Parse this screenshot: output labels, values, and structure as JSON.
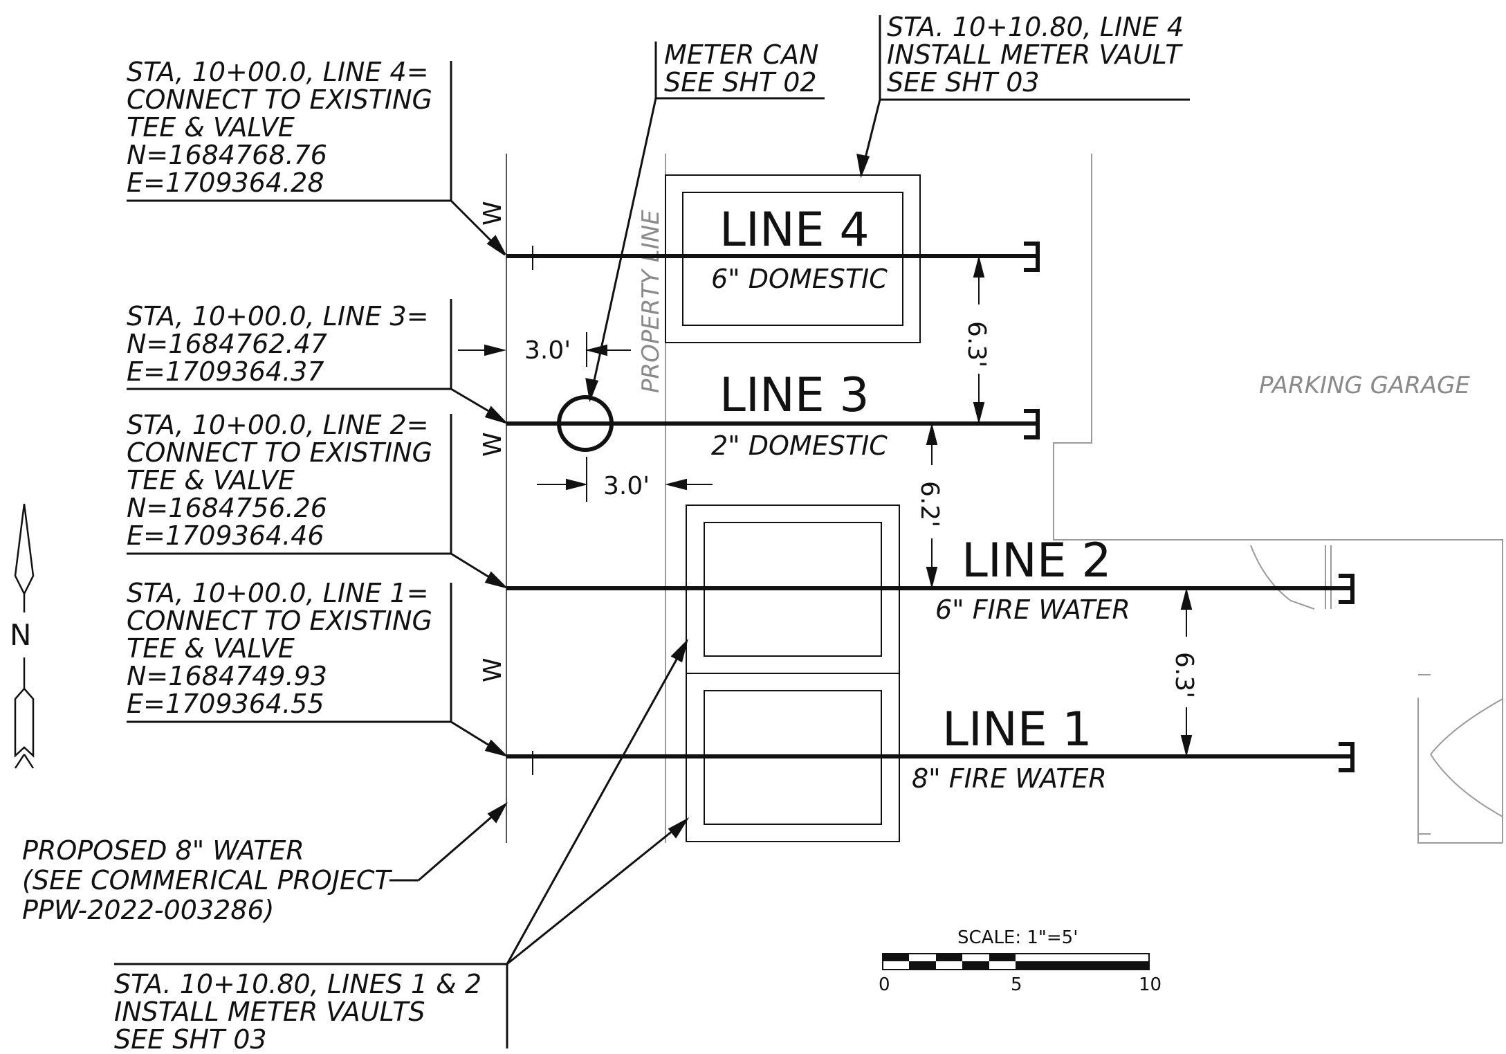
{
  "colors": {
    "ink": "#111111",
    "light": "#9a9a9a",
    "paper": "#ffffff"
  },
  "notes": {
    "line4_connect": [
      "STA, 10+00.0, LINE 4=",
      "CONNECT TO EXISTING",
      "TEE & VALVE",
      "N=1684768.76",
      "E=1709364.28"
    ],
    "meter_can": [
      "METER CAN",
      "SEE SHT 02"
    ],
    "meter_vault_4": [
      "STA. 10+10.80, LINE 4",
      "INSTALL METER VAULT",
      "SEE SHT 03"
    ],
    "line3_connect": [
      "STA, 10+00.0, LINE 3=",
      "N=1684762.47",
      "E=1709364.37"
    ],
    "line2_connect": [
      "STA, 10+00.0, LINE 2=",
      "CONNECT TO EXISTING",
      "TEE & VALVE",
      "N=1684756.26",
      "E=1709364.46"
    ],
    "line1_connect": [
      "STA, 10+00.0, LINE 1=",
      "CONNECT TO EXISTING",
      "TEE & VALVE",
      "N=1684749.93",
      "E=1709364.55"
    ],
    "proposed_water": [
      "PROPOSED 8\" WATER",
      "(SEE COMMERICAL PROJECT",
      "PPW-2022-003286)"
    ],
    "meter_vaults_1_2": [
      "STA. 10+10.80, LINES 1 & 2",
      "INSTALL METER VAULTS",
      "SEE SHT 03"
    ]
  },
  "lines": [
    {
      "name": "LINE 4",
      "desc": "6\" DOMESTIC"
    },
    {
      "name": "LINE 3",
      "desc": "2\" DOMESTIC"
    },
    {
      "name": "LINE 2",
      "desc": "6\" FIRE WATER"
    },
    {
      "name": "LINE 1",
      "desc": "8\" FIRE WATER"
    }
  ],
  "dimensions": {
    "spacing_4_3": "6.3'",
    "spacing_3_2": "6.2'",
    "spacing_2_1": "6.3'",
    "meter_offset_top": "3.0'",
    "meter_offset_bottom": "3.0'"
  },
  "labels": {
    "property_line": "PROPERTY LINE",
    "parking_garage": "PARKING GARAGE",
    "north": "N",
    "water_mark": "W"
  },
  "scale": {
    "title": "SCALE: 1\"=5'",
    "ticks": [
      "0",
      "5",
      "10"
    ]
  }
}
